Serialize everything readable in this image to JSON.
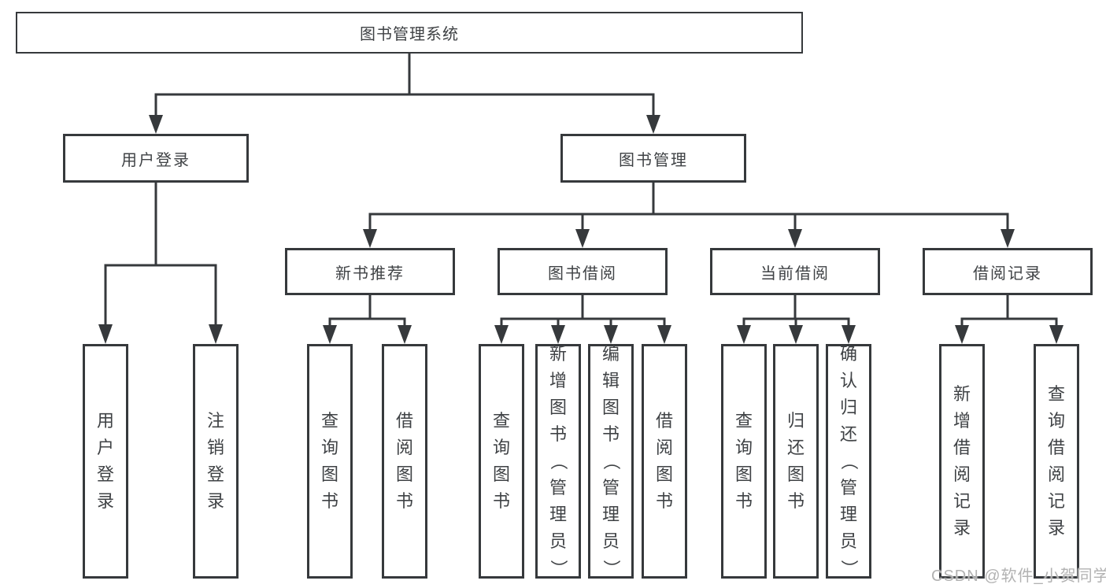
{
  "colors": {
    "line": "#36393c",
    "text": "#3f4245",
    "background": "#ffffff",
    "watermark": "#b2b2b2"
  },
  "watermark": {
    "text": "CSDN @软件_小贺同学"
  },
  "nodes": {
    "root": "图书管理系统",
    "level2": {
      "user_login": "用户登录",
      "book_mgmt": "图书管理"
    },
    "level3": {
      "new_books": "新书推荐",
      "book_borrow": "图书借阅",
      "current_borrow": "当前借阅",
      "borrow_records": "借阅记录"
    },
    "leaves": {
      "user_login_1": "用户登录",
      "user_login_2": "注销登录",
      "new_books_1": "查询图书",
      "new_books_2": "借阅图书",
      "book_borrow_1": "查询图书",
      "book_borrow_2": "新增图书（管理员）",
      "book_borrow_3": "编辑图书（管理员）",
      "book_borrow_4": "借阅图书",
      "current_borrow_1": "查询图书",
      "current_borrow_2": "归还图书",
      "current_borrow_3": "确认归还（管理员）",
      "borrow_records_1": "新增借阅记录",
      "borrow_records_2": "查询借阅记录"
    }
  }
}
